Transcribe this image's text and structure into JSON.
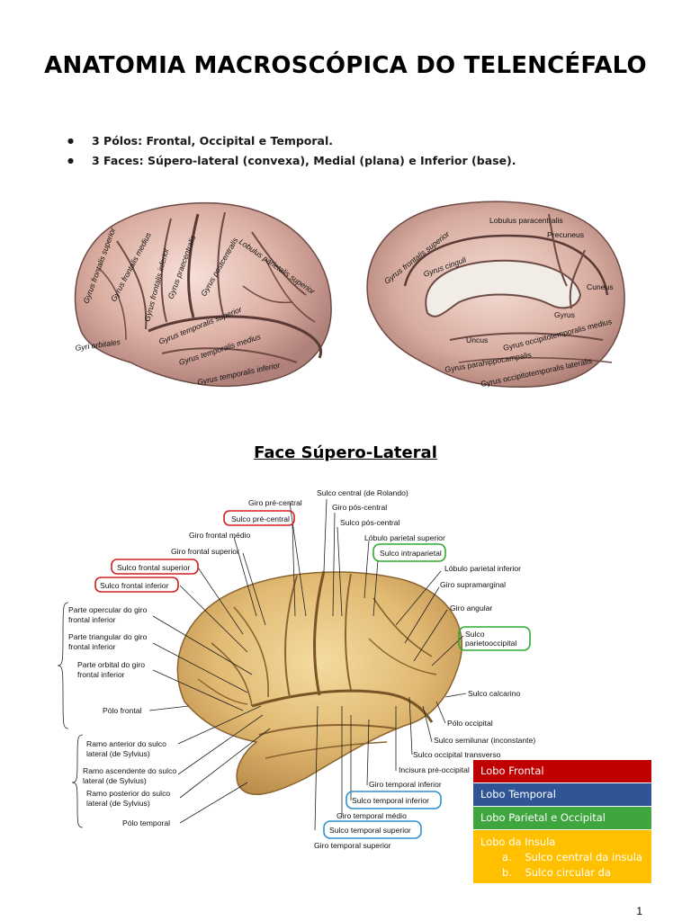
{
  "title": "ANATOMIA MACROSCÓPICA DO TELENCÉFALO",
  "bullets": [
    "3 Pólos: Frontal, Occipital e Temporal.",
    "3 Faces: Súpero-lateral (convexa), Medial (plana) e Inferior (base)."
  ],
  "lateral_labels": [
    "Gyrus frontalis superior",
    "Gyrus frontalis medius",
    "Gyrus praecentralis",
    "Gyrus postcentralis",
    "Lobulus parietalis superior",
    "Gyrus frontalis inferior",
    "Gyri orbitales",
    "Gyrus temporalis superior",
    "Gyrus temporalis medius",
    "Gyrus temporalis inferior"
  ],
  "medial_labels": [
    "Gyrus frontalis superior",
    "Gyrus cinguli",
    "Lobulus paracentralis",
    "Precuneus",
    "Cuneus",
    "Uncus",
    "Gyrus",
    "Gyrus parahippocampalis",
    "Gyrus occipitotemporalis medius",
    "Gyrus occipitotemporalis lateralis"
  ],
  "subtitle": "Face Súpero-Lateral",
  "labels": {
    "giro_pre_central": "Giro pré-central",
    "sulco_central": "Sulco central (de Rolando)",
    "sulco_pre_central": "Sulco pré-central",
    "giro_pos_central": "Giro pós-central",
    "sulco_pos_central": "Sulco pós-central",
    "giro_frontal_medio": "Giro frontal médio",
    "lobulo_parietal_superior": "Lóbulo parietal superior",
    "giro_frontal_superior": "Giro frontal superior",
    "sulco_intraparietal": "Sulco intraparietal",
    "sulco_frontal_superior": "Sulco frontal superior",
    "lobulo_parietal_inferior": "Lóbulo parietal inferior",
    "sulco_frontal_inferior": "Sulco frontal inferior",
    "giro_supramarginal": "Giro supramarginal",
    "parte_opercular_1": "Parte opercular do giro",
    "parte_opercular_2": "frontal inferior",
    "giro_angular": "Giro angular",
    "sulco_parieto_1": "Sulco",
    "sulco_parieto_2": "parietooccipital",
    "parte_triangular_1": "Parte triangular do giro",
    "parte_triangular_2": "frontal inferior",
    "parte_orbital_1": "Parte orbital do giro",
    "parte_orbital_2": "frontal inferior",
    "sulco_calcarino": "Sulco calcarino",
    "polo_frontal": "Pólo frontal",
    "polo_occipital": "Pólo occipital",
    "sulco_semilunar": "Sulco semilunar (inconstante)",
    "ramo_anterior_1": "Ramo anterior do sulco",
    "ramo_anterior_2": "lateral (de Sylvius)",
    "sulco_occipital_transverso": "Sulco occipital transverso",
    "ramo_ascendente_1": "Ramo ascendente do sulco",
    "ramo_ascendente_2": "lateral (de Sylvius)",
    "incisura_pre_occipital": "Incisura pré-occipital",
    "ramo_posterior_1": "Ramo posterior do sulco",
    "ramo_posterior_2": "lateral (de Sylvius)",
    "giro_temporal_inferior": "Giro temporal inferior",
    "sulco_temporal_inferior": "Sulco temporal inferior",
    "giro_temporal_medio": "Giro temporal médio",
    "polo_temporal": "Pólo temporal",
    "sulco_temporal_superior": "Sulco temporal superior",
    "giro_temporal_superior": "Giro temporal superior"
  },
  "legend": {
    "frontal": "Lobo Frontal",
    "temporal": "Lobo Temporal",
    "parietal_occipital": "Lobo Parietal e Occipital",
    "insula": "Lobo da Insula",
    "insula_a_marker": "a.",
    "insula_a": "Sulco central da insula",
    "insula_b_marker": "b.",
    "insula_b": "Sulco circular da insula"
  },
  "colors": {
    "frontal": "#c00000",
    "temporal": "#2f5597",
    "parietal_occipital": "#3fa53f",
    "insula": "#ffc000",
    "highlight_red": "#d02020",
    "highlight_green": "#2eaa2e",
    "highlight_blue": "#2e8fd0"
  },
  "page_number": "1"
}
